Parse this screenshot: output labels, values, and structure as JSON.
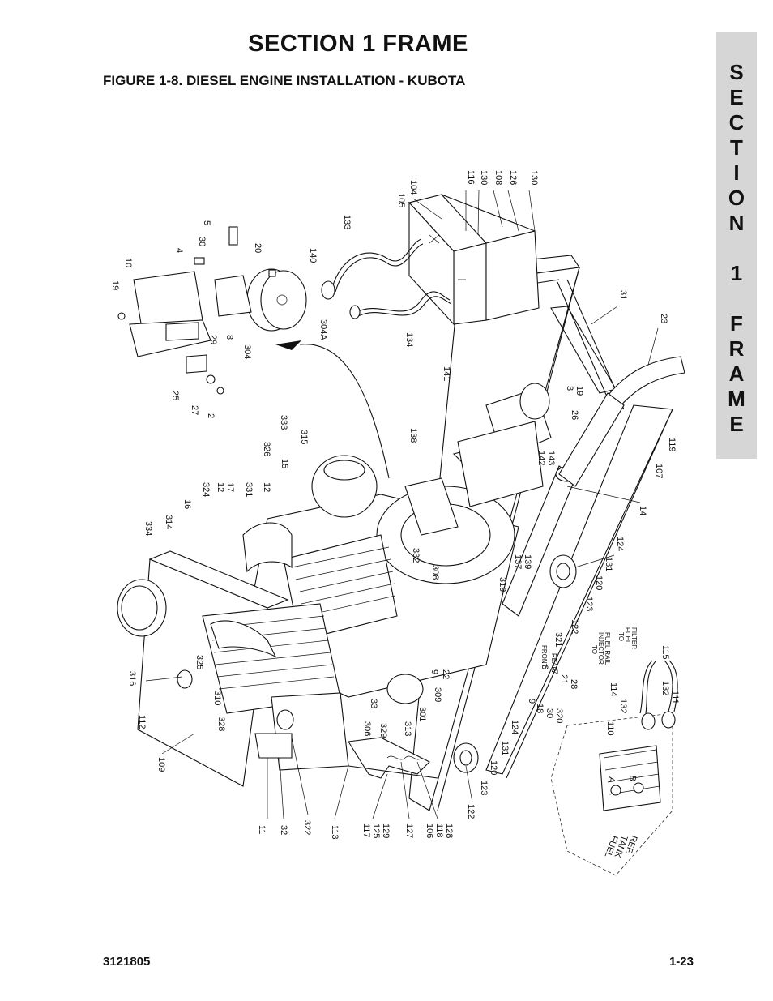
{
  "header": {
    "section_title": "SECTION 1  FRAME",
    "figure_title": "FIGURE 1-8.    DIESEL ENGINE INSTALLATION - KUBOTA"
  },
  "side_tab": {
    "letters": [
      "S",
      "E",
      "C",
      "T",
      "I",
      "O",
      "N",
      "",
      "1",
      "",
      "F",
      "R",
      "A",
      "M",
      "E"
    ]
  },
  "footer": {
    "doc_number": "3121805",
    "page_number": "1-23"
  },
  "callouts": {
    "c116": "116",
    "c130a": "130",
    "c108": "108",
    "c126": "126",
    "c130b": "130",
    "c104": "104",
    "c105": "105",
    "c133": "133",
    "c140": "140",
    "c134": "134",
    "c31": "31",
    "c23": "23",
    "c141": "141",
    "c3": "3",
    "c19b": "19",
    "c26": "26",
    "c119": "119",
    "c107": "107",
    "c14": "14",
    "c138": "138",
    "c142": "142",
    "c143": "143",
    "c137": "137",
    "c139": "139",
    "c5": "5",
    "c30a": "30",
    "c20": "20",
    "c4": "4",
    "c10": "10",
    "c19a": "19",
    "c29": "29",
    "c8": "8",
    "c304": "304",
    "c304A": "304A",
    "c25": "25",
    "c27": "27",
    "c2": "2",
    "c333": "333",
    "c315": "315",
    "c326": "326",
    "c15": "15",
    "c12a": "12",
    "c324": "324",
    "c12b": "12",
    "c17": "17",
    "c331": "331",
    "c16": "16",
    "c314": "314",
    "c334": "334",
    "c332": "332",
    "c308": "308",
    "c319": "319",
    "c124a": "124",
    "c131a": "131",
    "c120a": "120",
    "c123a": "123",
    "c122a": "122",
    "c321": "321",
    "c6": "6",
    "front": "FRONT",
    "c7": "7",
    "rear": "REAR",
    "c21": "21",
    "c28": "28",
    "c9a": "9",
    "c22": "22",
    "c9b": "9",
    "c18": "18",
    "c30b": "30",
    "c320": "320",
    "c316": "316",
    "c325": "325",
    "c310": "310",
    "c328": "328",
    "c112": "112",
    "c109": "109",
    "c306": "306",
    "c33": "33",
    "c329": "329",
    "c313": "313",
    "c301": "301",
    "c309": "309",
    "c124b": "124",
    "c131b": "131",
    "c120b": "120",
    "c123b": "123",
    "c122b": "122",
    "c11": "11",
    "c32": "32",
    "c322": "322",
    "c113": "113",
    "c117": "117",
    "c125": "125",
    "c129": "129",
    "c127": "127",
    "c106": "106",
    "c118": "118",
    "c128": "128",
    "to_injector": "TO",
    "to_injector2": "INJECTOR",
    "to_injector3": "FUEL RAIL",
    "to_filter": "TO",
    "to_filter2": "FUEL",
    "to_filter3": "FILTER",
    "c115": "115",
    "c114": "114",
    "c132a": "132",
    "c132b": "132",
    "c111": "111",
    "c110": "110",
    "a_mark": "A",
    "b_mark": "B",
    "fuel_tank_ref": "FUEL",
    "fuel_tank_ref2": "TANK",
    "fuel_tank_ref3": "REF."
  }
}
